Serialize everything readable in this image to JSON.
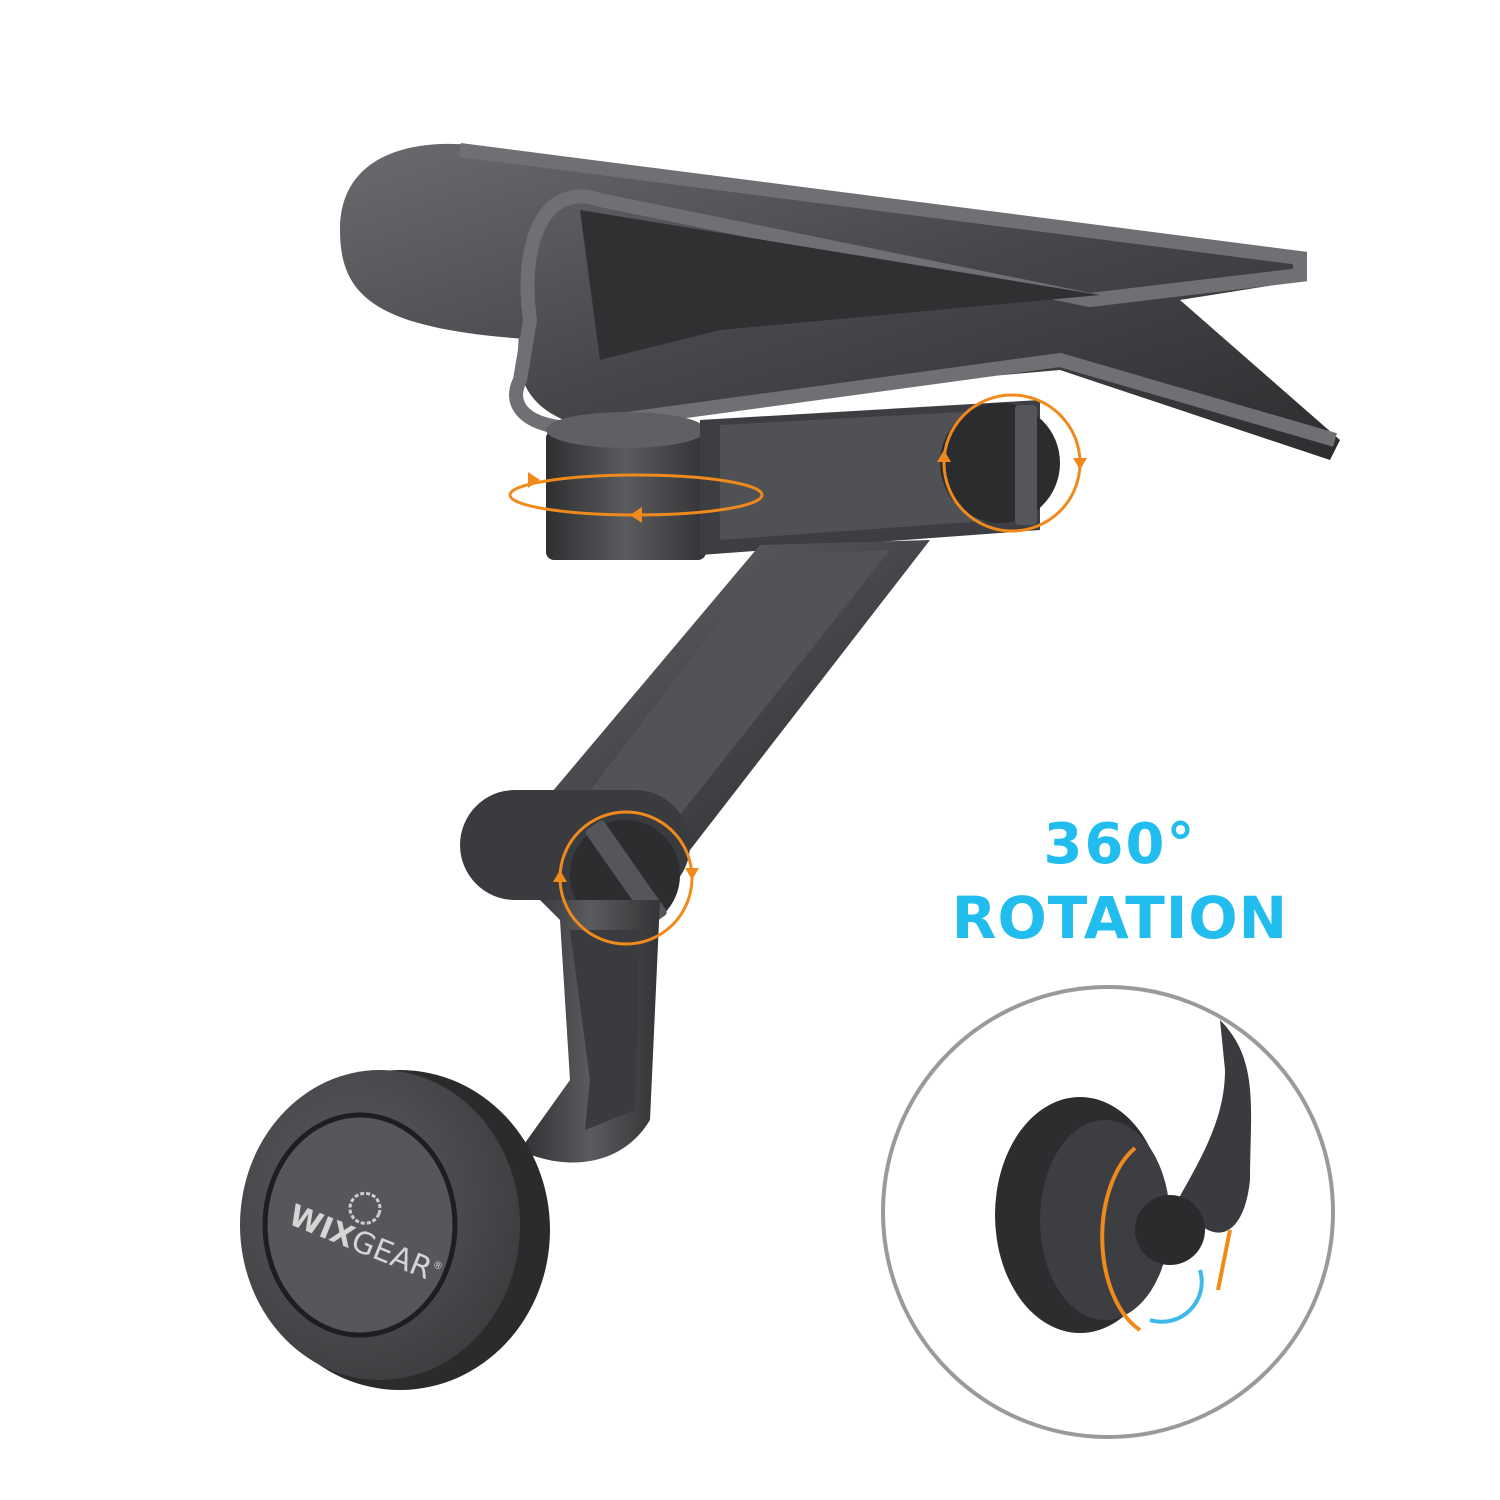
{
  "headline": {
    "line1": "360°",
    "line2": "ROTATION"
  },
  "logo": {
    "brand_bold": "WIX",
    "brand_light": "GEAR",
    "mark": "®"
  },
  "colors": {
    "accent_text": "#22bdef",
    "arrow_orange": "#f08a1c",
    "arrow_blue": "#3fb8ea",
    "metal": "#4a4b4e",
    "inset_ring": "#9a9a9a"
  }
}
